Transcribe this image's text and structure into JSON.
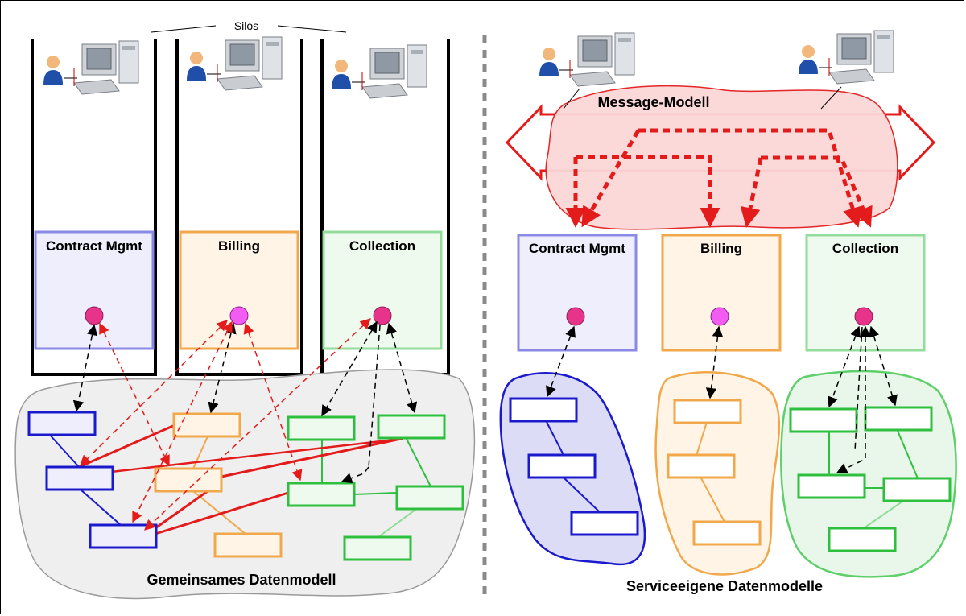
{
  "labels": {
    "silos": "Silos",
    "message_model": "Message-Modell",
    "shared_model": "Gemeinsames Datenmodell",
    "own_models": "Serviceeigene Datenmodelle"
  },
  "services_left": [
    {
      "name": "Contract Mgmt"
    },
    {
      "name": "Billing"
    },
    {
      "name": "Collection"
    }
  ],
  "services_right": [
    {
      "name": "Contract Mgmt"
    },
    {
      "name": "Billing"
    },
    {
      "name": "Collection"
    }
  ],
  "colors": {
    "blue_border": "#8a8ae6",
    "blue_fill": "#eeeefc",
    "blue_dark": "#1a1acc",
    "orange_border": "#f0a84a",
    "orange_fill": "#fff4e6",
    "green_border": "#5ecf6a",
    "green_fill": "#eefaee",
    "green_dark": "#2fbf3f",
    "red": "#e31b1b",
    "magenta": "#e8338a",
    "violet": "#f25cf2",
    "cloud_gray": "#efefef"
  },
  "icons": [
    "user-pc-icon"
  ]
}
